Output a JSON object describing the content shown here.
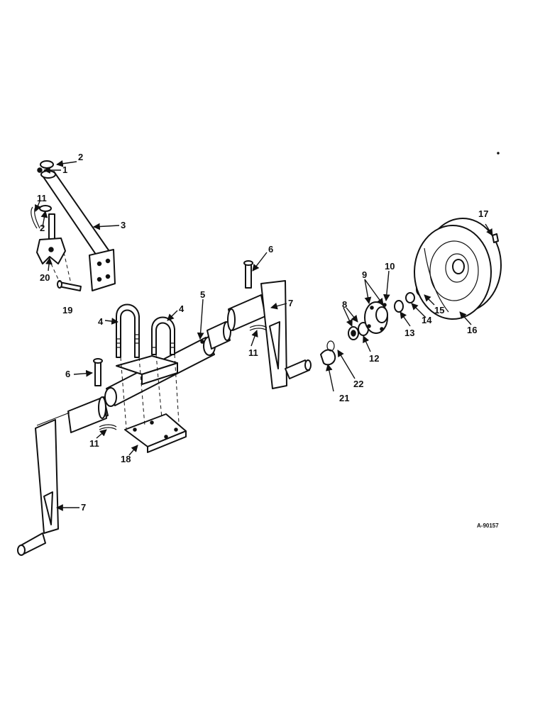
{
  "callouts": [
    "1",
    "2",
    "3",
    "4",
    "5",
    "6",
    "7",
    "8",
    "9",
    "10",
    "11",
    "12",
    "13",
    "14",
    "15",
    "16",
    "17",
    "18",
    "19",
    "20",
    "21",
    "22"
  ],
  "drawing_code": "A-90157"
}
